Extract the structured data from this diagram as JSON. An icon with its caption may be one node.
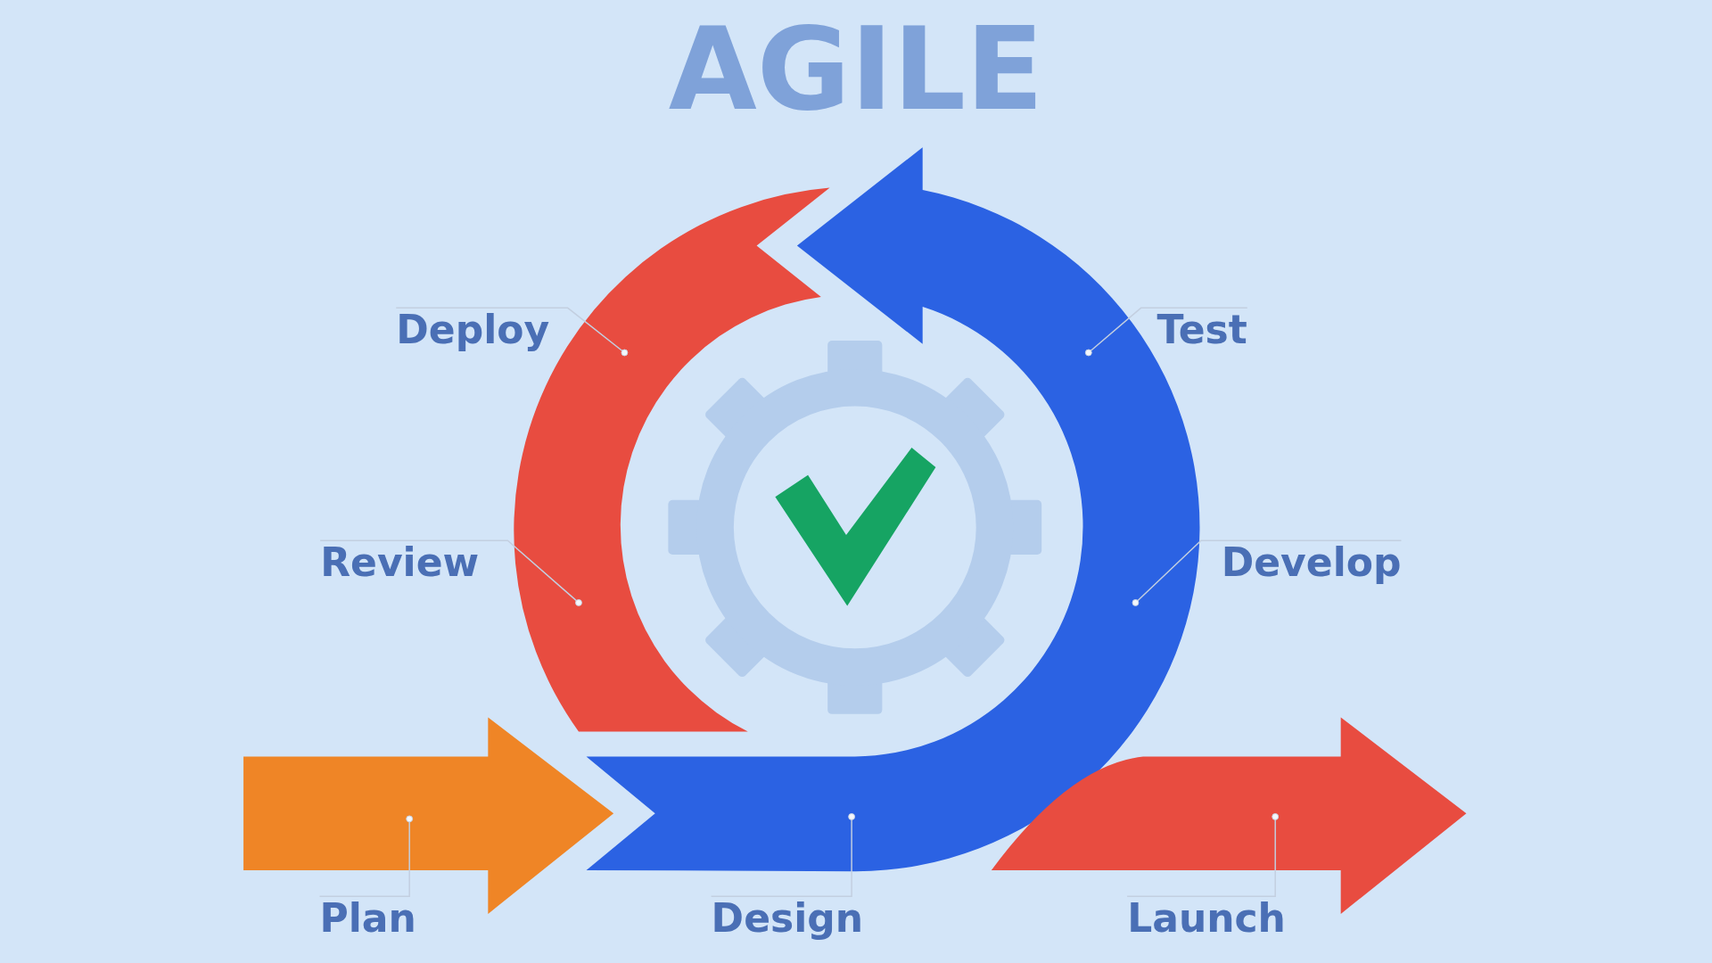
{
  "diagram": {
    "title": "AGILE",
    "nodes": [
      {
        "text": [
          "Deploy"
        ]
      },
      {
        "text": [
          "Review"
        ]
      },
      {
        "text": [
          "Test"
        ]
      },
      {
        "text": [
          "Develop"
        ]
      },
      {
        "text": [
          "Plan"
        ]
      },
      {
        "text": [
          "Design"
        ]
      },
      {
        "text": [
          "Launch"
        ]
      },
      {
        "text": [],
        "shape": "arrow"
      },
      {
        "text": [],
        "shape": "arrow"
      },
      {
        "text": [],
        "shape": "arrow"
      },
      {
        "text": [],
        "shape": "arrow"
      }
    ],
    "edges": [
      {
        "from": 0,
        "to": 9,
        "arrow": "other"
      },
      {
        "from": 1,
        "to": 9,
        "arrow": "other"
      },
      {
        "from": 2,
        "to": 8,
        "arrow": "other"
      },
      {
        "from": 3,
        "to": 8,
        "arrow": "other"
      },
      {
        "from": 4,
        "to": 7,
        "arrow": "other"
      },
      {
        "from": 5,
        "to": 8,
        "arrow": "other"
      },
      {
        "from": 6,
        "to": 10,
        "arrow": "other"
      }
    ]
  }
}
